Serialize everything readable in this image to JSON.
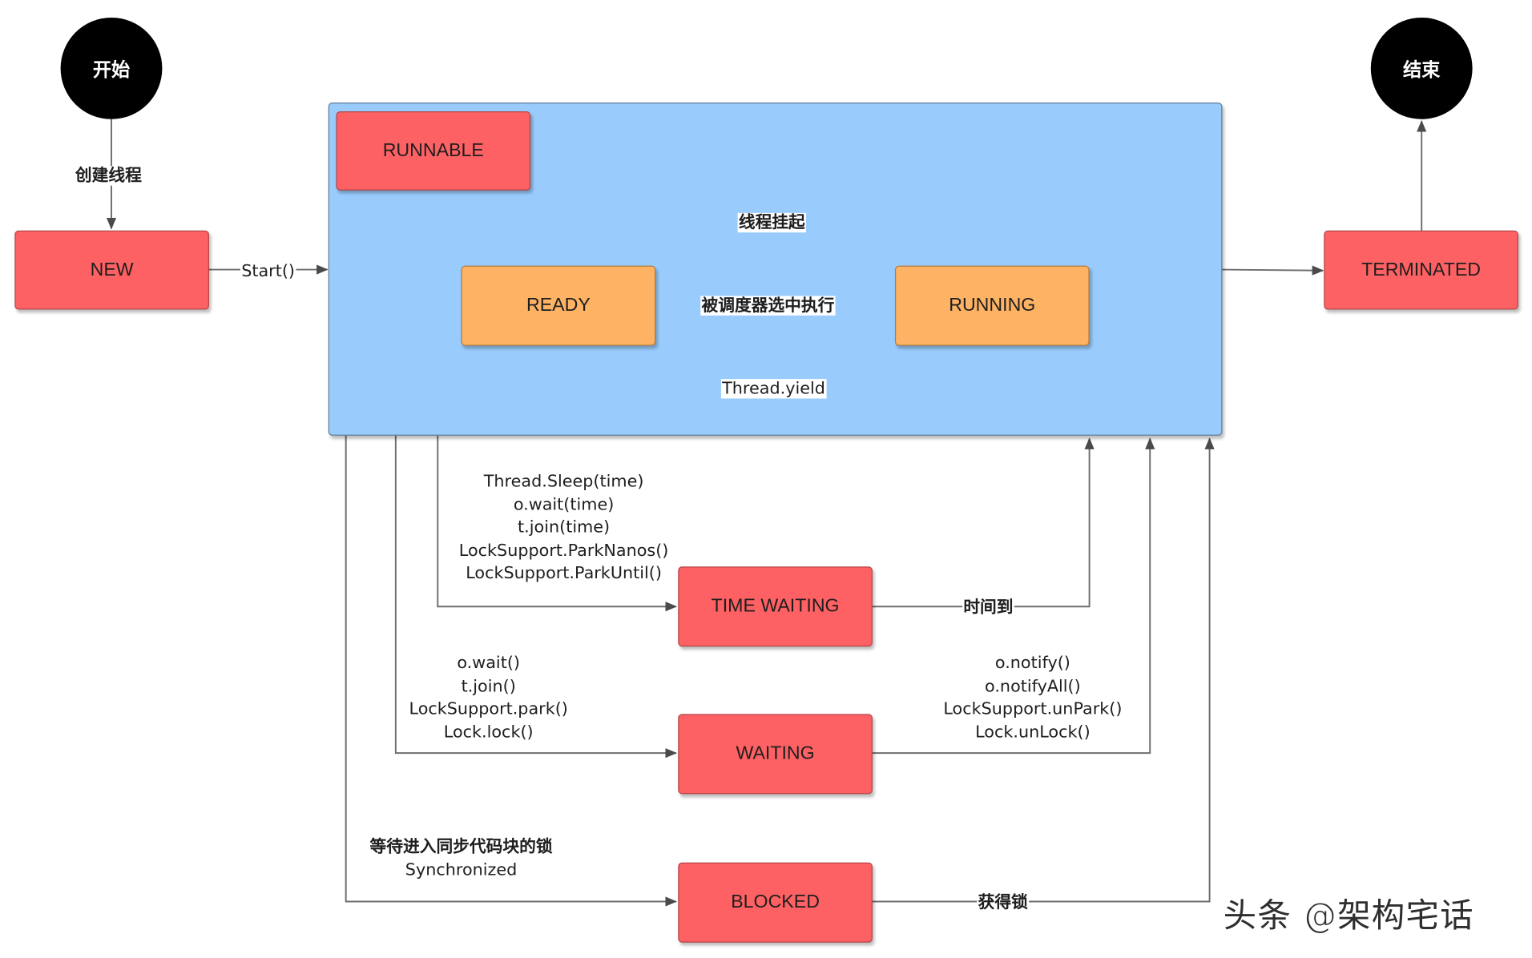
{
  "colors": {
    "state_red": "#fd6163",
    "state_orange": "#fdb264",
    "runnable_container": "#99ccfd",
    "terminal_node": "#000000",
    "line": "#595959"
  },
  "nodes": {
    "start": "开始",
    "end": "结束",
    "new": "NEW",
    "runnable": "RUNNABLE",
    "ready": "READY",
    "running": "RUNNING",
    "terminated": "TERMINATED",
    "time_waiting": "TIME WAITING",
    "waiting": "WAITING",
    "blocked": "BLOCKED"
  },
  "edges": {
    "create_thread": "创建线程",
    "start_call": "Start()",
    "thread_suspend": "线程挂起",
    "scheduler_selected": "被调度器选中执行",
    "thread_yield": "Thread.yield",
    "time_reached": "时间到",
    "lock_acquired": "获得锁",
    "timed_wait_methods": [
      "Thread.Sleep(time)",
      "o.wait(time)",
      "t.join(time)",
      "LockSupport.ParkNanos()",
      "LockSupport.ParkUntil()"
    ],
    "wait_methods": [
      "o.wait()",
      "t.join()",
      "LockSupport.park()",
      "Lock.lock()"
    ],
    "notify_methods": [
      "o.notify()",
      "o.notifyAll()",
      "LockSupport.unPark()",
      "Lock.unLock()"
    ],
    "blocked_reason": [
      "等待进入同步代码块的锁",
      "Synchronized"
    ]
  },
  "watermark": "头条 @架构宅话"
}
